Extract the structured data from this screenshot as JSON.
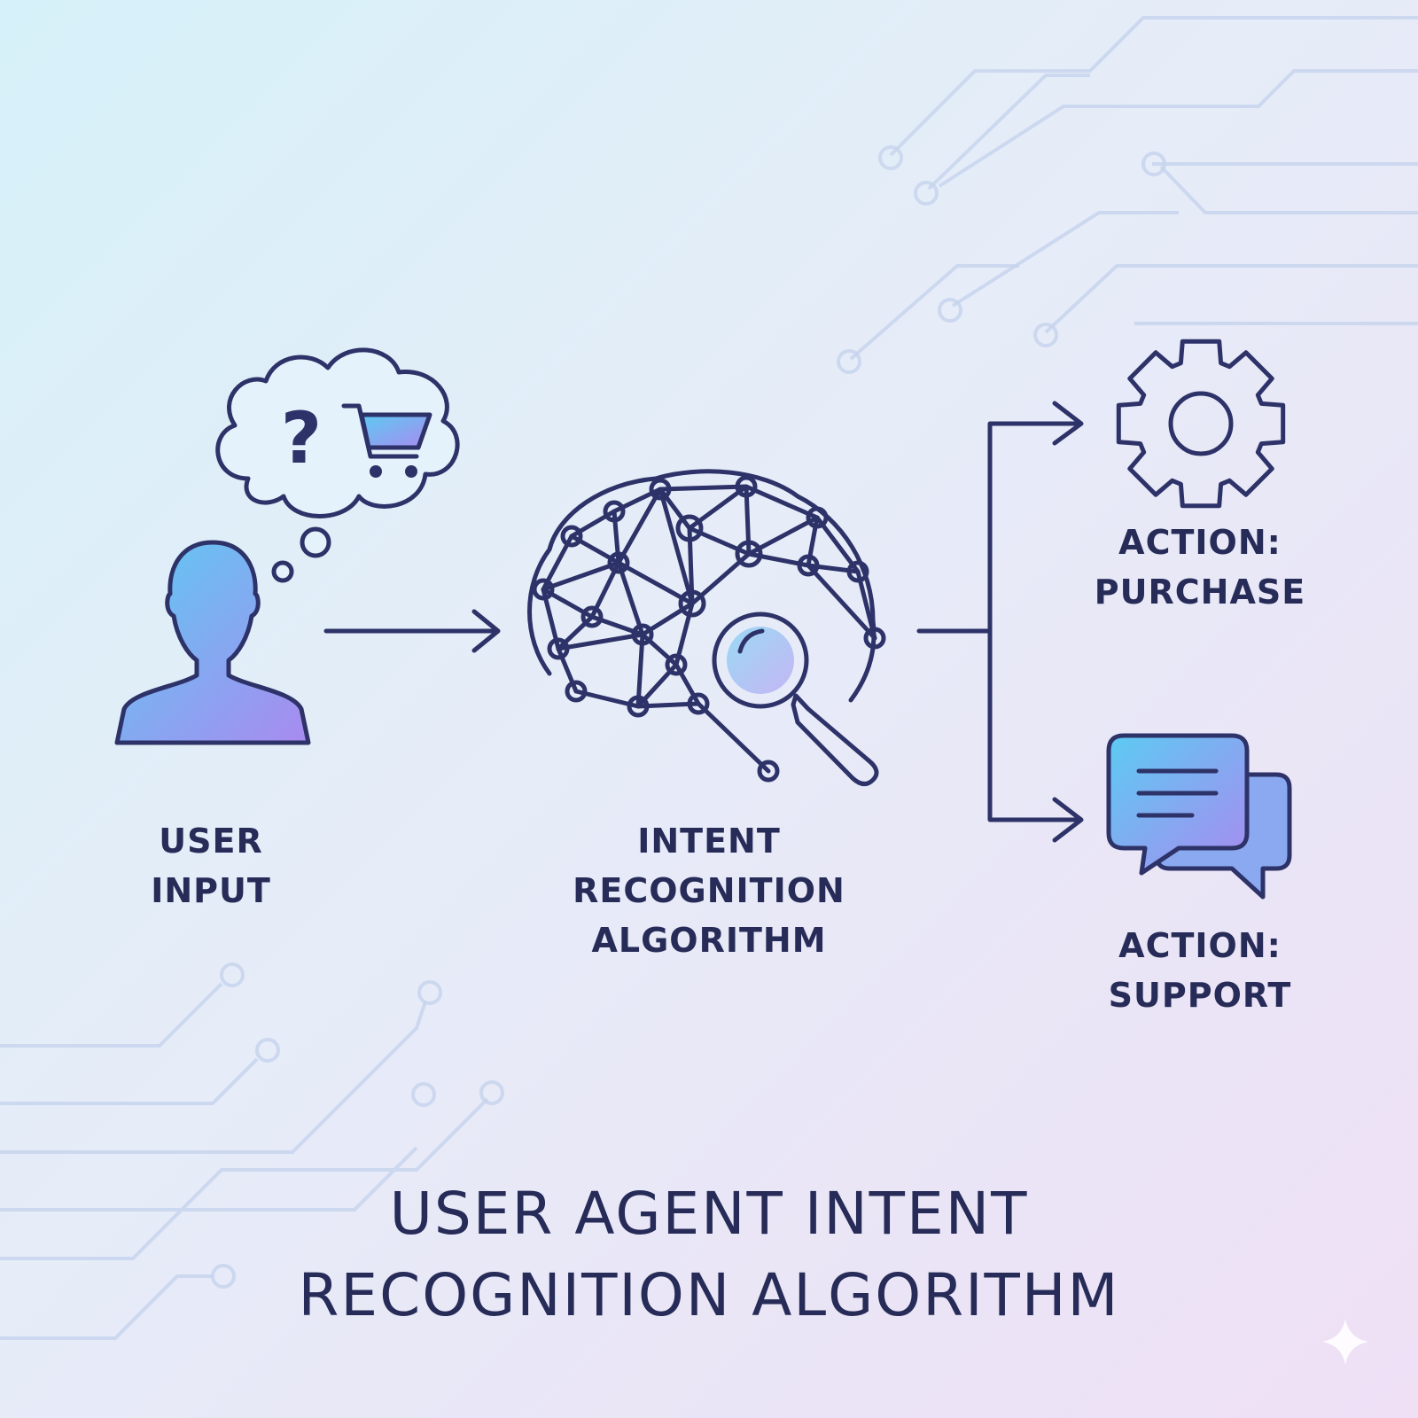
{
  "nodes": {
    "user_input": {
      "line1": "USER",
      "line2": "INPUT",
      "icon": "user-icon",
      "thought_icons": [
        "question-mark-icon",
        "shopping-cart-icon"
      ]
    },
    "algorithm": {
      "line1": "INTENT",
      "line2": "RECOGNITION",
      "line3": "ALGORITHM",
      "icon": "brain-network-magnifier-icon"
    },
    "action_purchase": {
      "line1": "ACTION:",
      "line2": "PURCHASE",
      "icon": "gear-icon"
    },
    "action_support": {
      "line1": "ACTION:",
      "line2": "SUPPORT",
      "icon": "chat-bubbles-icon"
    }
  },
  "title": {
    "line1": "USER AGENT INTENT",
    "line2": "RECOGNITION ALGORITHM"
  },
  "question_glyph": "?",
  "colors": {
    "stroke": "#2d3268",
    "gradient_start": "#5ccbf2",
    "gradient_end": "#a98af0",
    "text": "#262b58"
  }
}
